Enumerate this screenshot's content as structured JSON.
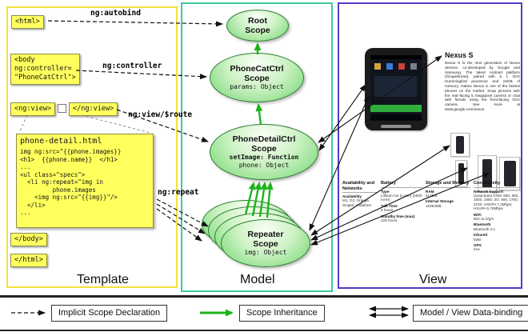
{
  "sections": {
    "template": {
      "label": "Template"
    },
    "model": {
      "label": "Model"
    },
    "view": {
      "label": "View"
    }
  },
  "template": {
    "html_open": "<html>",
    "html_close": "</html>",
    "body_open": "<body\nng:controller=\n\"PhoneCatCtrl\">",
    "body_close": "</body>",
    "ngview_open": "<ng:view>",
    "ngview_close": "</ng:view>",
    "directives": {
      "autobind": "ng:autobind",
      "controller": "ng:controller",
      "view_route": "ng:view/$route",
      "repeat": "ng:repeat"
    },
    "code": {
      "title": "phone-detail.html",
      "lines": [
        "img ng:src=\"{{phone.images}}",
        "<h1>  {{phone.name}}  </h1>",
        "...",
        "<ul class=\"specs\">",
        "  <li ng:repeat=\"img in",
        "         phone.images",
        "    <img ng:src=\"{{img}}\"/>",
        "  </li>",
        "..."
      ]
    }
  },
  "model": {
    "scopes": {
      "root": {
        "title": "Root\nScope"
      },
      "phonecat": {
        "title": "PhoneCatCtrl\nScope",
        "prop": "params: Object"
      },
      "phonedetail": {
        "title": "PhoneDetailCtrl\nScope",
        "prop_bold": "setImage: Function",
        "prop": "phone: Object"
      },
      "repeater": {
        "title": "Repeater\nScope",
        "prop": "img: Object"
      }
    }
  },
  "view": {
    "product_title": "Nexus S",
    "description": "Nexus S is the next generation of Nexus devices, co-developed by Google and Samsung. The latest Android platform (Gingerbread), paired with a 1 GHz Hummingbird processor and 16GB of memory, makes Nexus S one of the fastest phones on the market. Snap pictures with the rear-facing 5 megapixel camera or chat with friends using the front-facing VGA camera. See more at www.google.com/nexus.",
    "specs": {
      "columns": [
        {
          "header": "Availability and Networks",
          "items": [
            {
              "label": "Availability",
              "value": "M1, O2, Orange, Singtel, Vodafone"
            }
          ]
        },
        {
          "header": "Battery",
          "items": [
            {
              "label": "Type",
              "value": "Lithium Ion (Li-Ion) (1500 mAH)"
            },
            {
              "label": "Talk Time",
              "value": "6 hours"
            },
            {
              "label": "Standby time (max)",
              "value": "428 hours"
            }
          ]
        },
        {
          "header": "Storage and Memory",
          "items": [
            {
              "label": "RAM",
              "value": "512MB"
            },
            {
              "label": "Internal Storage",
              "value": "16384MB"
            }
          ]
        },
        {
          "header": "Connectivity",
          "items": [
            {
              "label": "Network Support",
              "value": "Quad-band GSM: 850, 900, 1800, 1900; 3G: 900, 1700, 2100; HSDPA 7.2Mbps; HSUPA 5.76Mbps"
            },
            {
              "label": "WiFi",
              "value": "802.11 b/g/n"
            },
            {
              "label": "Bluetooth",
              "value": "Bluetooth 2.1"
            },
            {
              "label": "Infrared",
              "value": "false"
            },
            {
              "label": "GPS",
              "value": "true"
            }
          ]
        }
      ]
    }
  },
  "legend": {
    "implicit": "Implicit Scope Declaration",
    "inheritance": "Scope Inheritance",
    "binding": "Model / View Data-binding"
  }
}
